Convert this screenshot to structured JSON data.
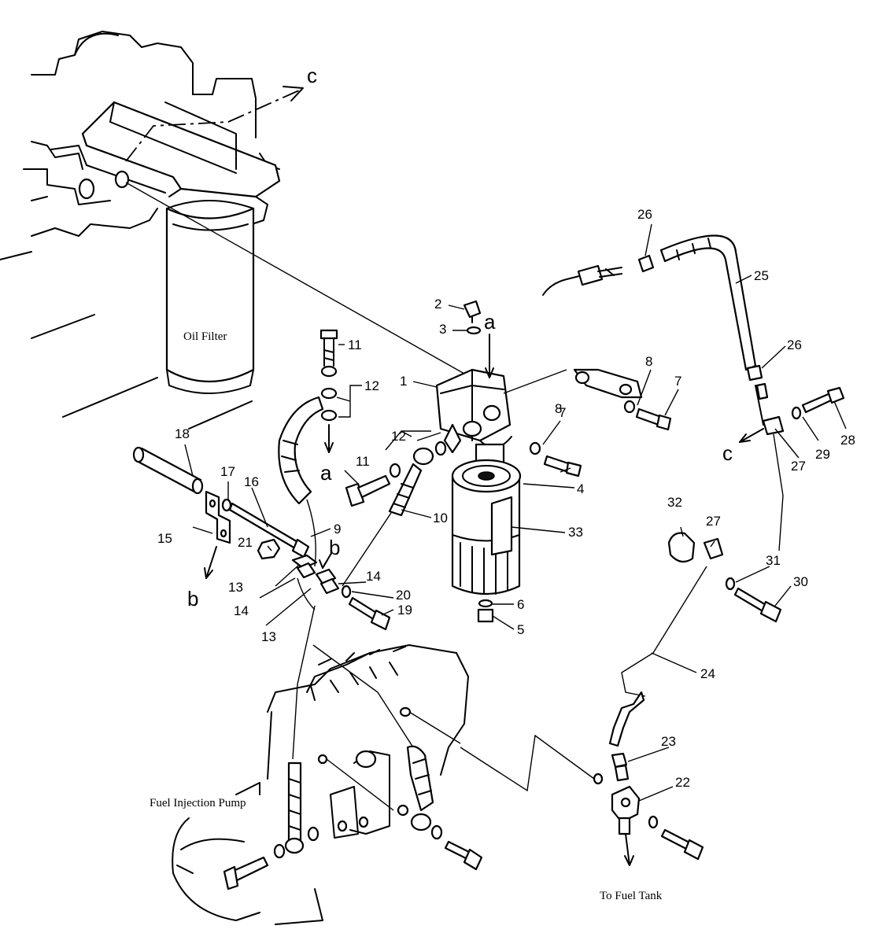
{
  "diagram": {
    "captions": {
      "oil_filter": "Oil Filter",
      "fuel_injection_pump": "Fuel Injection Pump",
      "to_fuel_tank": "To Fuel Tank"
    },
    "view_letters": {
      "c_top": "c",
      "c_right": "c",
      "a_top": "a",
      "a_left": "a",
      "b_left": "b",
      "b_mid": "b"
    },
    "callouts": {
      "n1": "1",
      "n2": "2",
      "n3": "3",
      "n4": "4",
      "n5": "5",
      "n6": "6",
      "n7a": "7",
      "n7b": "7",
      "n8a": "8",
      "n8b": "8",
      "n9": "9",
      "n10": "10",
      "n11a": "11",
      "n11b": "11",
      "n12a": "12",
      "n12b": "12",
      "n13a": "13",
      "n13b": "13",
      "n14a": "14",
      "n14b": "14",
      "n15": "15",
      "n16": "16",
      "n17": "17",
      "n18": "18",
      "n19": "19",
      "n20": "20",
      "n21": "21",
      "n22": "22",
      "n23": "23",
      "n24": "24",
      "n25": "25",
      "n26a": "26",
      "n26b": "26",
      "n27a": "27",
      "n27b": "27",
      "n28": "28",
      "n29": "29",
      "n30": "30",
      "n31": "31",
      "n32": "32",
      "n33": "33"
    }
  }
}
